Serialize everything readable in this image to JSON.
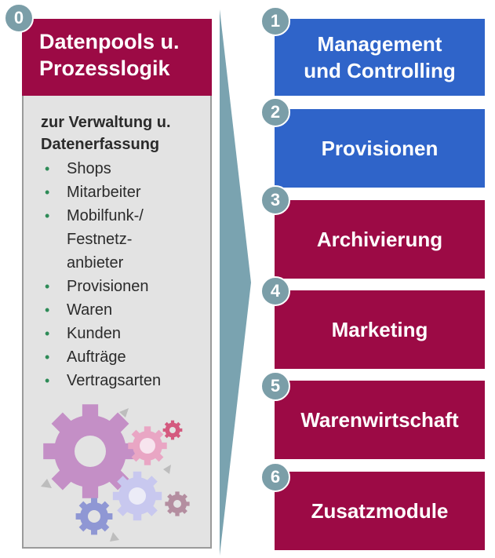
{
  "left": {
    "badge": "0",
    "header_line1": "Datenpools u.",
    "header_line2": "Prozesslogik",
    "subtitle_line1": "zur Verwaltung u.",
    "subtitle_line2": "Datenerfassung",
    "items": [
      {
        "lines": [
          "Shops"
        ]
      },
      {
        "lines": [
          "Mitarbeiter"
        ]
      },
      {
        "lines": [
          "Mobilfunk-/",
          "Festnetz-",
          "anbieter"
        ]
      },
      {
        "lines": [
          "Provisionen"
        ]
      },
      {
        "lines": [
          "Waren"
        ]
      },
      {
        "lines": [
          "Kunden"
        ]
      },
      {
        "lines": [
          "Aufträge"
        ]
      },
      {
        "lines": [
          "Vertragsarten"
        ]
      }
    ]
  },
  "modules": [
    {
      "num": "1",
      "line1": "Management",
      "line2": "und Controlling"
    },
    {
      "num": "2",
      "line1": "Provisionen",
      "line2": ""
    },
    {
      "num": "3",
      "line1": "Archivierung",
      "line2": ""
    },
    {
      "num": "4",
      "line1": "Marketing",
      "line2": ""
    },
    {
      "num": "5",
      "line1": "Warenwirtschaft",
      "line2": ""
    },
    {
      "num": "6",
      "line1": "Zusatzmodule",
      "line2": ""
    }
  ],
  "colors": {
    "crimson": "#9c0a45",
    "blue": "#2f64c9",
    "badge": "#7b9ea8",
    "panel": "#e3e3e3",
    "bullet": "#2e8b57"
  },
  "icons": {
    "gears": "gears-illustration-icon",
    "arrow": "chevron-arrow-shape"
  }
}
